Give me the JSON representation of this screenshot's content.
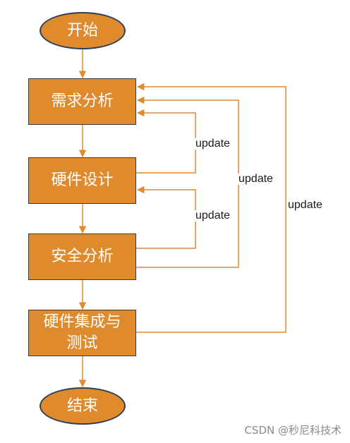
{
  "diagram": {
    "nodes": {
      "start": "开始",
      "requirements": "需求分析",
      "hardware_design": "硬件设计",
      "safety_analysis": "安全分析",
      "integration": "硬件集成与\n测试",
      "end": "结束"
    },
    "edge_labels": {
      "hw_to_req": "update",
      "safety_to_hw": "update",
      "safety_to_req": "update",
      "integration_to_req": "update"
    }
  },
  "watermark": "CSDN @秒尼科技术",
  "colors": {
    "node_fill": "#e08a2e",
    "arrow": "#e08a2e",
    "ellipse_border": "#2f3f55",
    "rect_border": "#3a3a3a"
  }
}
